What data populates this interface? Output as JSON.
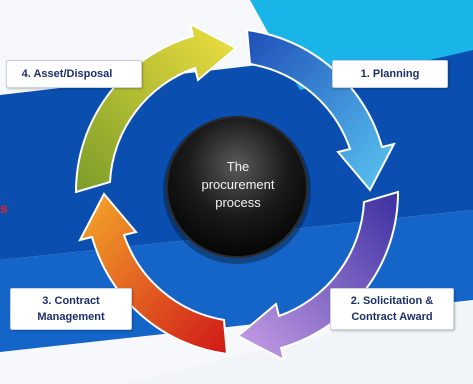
{
  "diagram": {
    "center": {
      "line1": "The",
      "line2": "procurement",
      "line3": "process"
    },
    "stages": {
      "planning": "1. Planning",
      "solicitation_line1": "2. Solicitation &",
      "solicitation_line2": "Contract Award",
      "contract_line1": "3. Contract",
      "contract_line2": "Management",
      "asset": "4. Asset/Disposal"
    },
    "partial_text": "s",
    "colors": {
      "background_blue": "#0a4fb0",
      "background_cyan": "#19b5e8",
      "center_dark": "#111111",
      "label_text": "#1b2f6b",
      "partial_text": "#e0202a"
    }
  }
}
